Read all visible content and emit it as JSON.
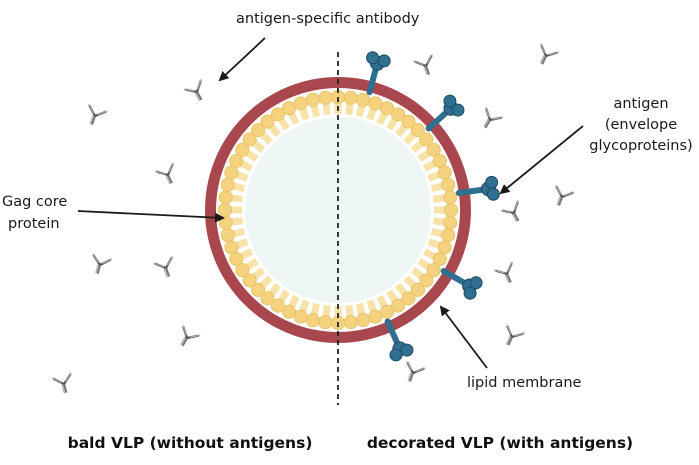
{
  "labels": {
    "antibody": "antigen-specific antibody",
    "antigen": [
      "antigen",
      "(envelope",
      "glycoproteins)"
    ],
    "gag": [
      "Gag core",
      "protein"
    ],
    "lipid": "lipid membrane"
  },
  "captions": {
    "left": "bald VLP (without antigens)",
    "right": "decorated VLP (with antigens)"
  },
  "colors": {
    "membrane": "#a8484e",
    "gag_bead": "#f5d27e",
    "core": "#eef7f6",
    "antigen": "#2f6f8f",
    "antibody": "#6e6e6e",
    "arrow": "#1a1a1a"
  }
}
